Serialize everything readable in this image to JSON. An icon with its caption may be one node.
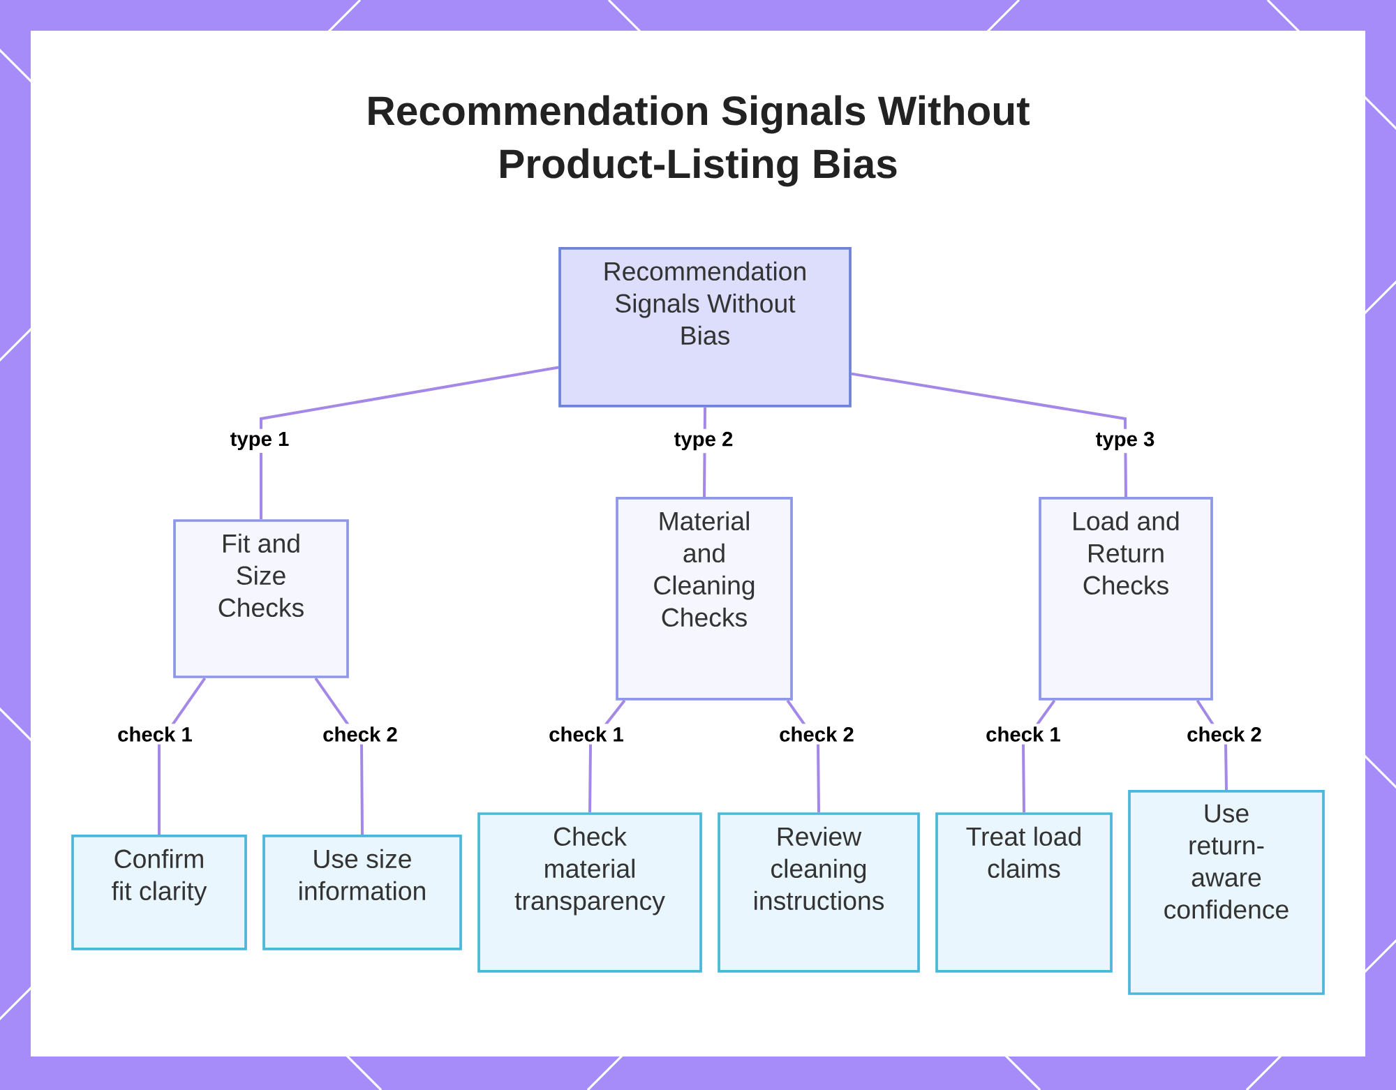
{
  "diagram": {
    "title": "Recommendation Signals Without Product-Listing Bias",
    "nodes": [
      {
        "text": [
          "Recommendation Signals Without Bias"
        ]
      },
      {
        "text": [
          "Fit and Size Checks"
        ]
      },
      {
        "text": [
          "Material and Cleaning Checks"
        ]
      },
      {
        "text": [
          "Load and Return Checks"
        ]
      },
      {
        "text": [
          "Confirm fit clarity"
        ]
      },
      {
        "text": [
          "Use size information"
        ]
      },
      {
        "text": [
          "Check material transparency"
        ]
      },
      {
        "text": [
          "Review cleaning instructions"
        ]
      },
      {
        "text": [
          "Treat load claims"
        ]
      },
      {
        "text": [
          "Use return-aware confidence"
        ]
      }
    ],
    "edges": [
      {
        "from": 0,
        "to": 1,
        "arrow": "none",
        "label": "type 1"
      },
      {
        "from": 0,
        "to": 2,
        "arrow": "none",
        "label": "type 2"
      },
      {
        "from": 0,
        "to": 3,
        "arrow": "none",
        "label": "type 3"
      },
      {
        "from": 1,
        "to": 4,
        "arrow": "none",
        "label": "check 1"
      },
      {
        "from": 1,
        "to": 5,
        "arrow": "none",
        "label": "check 2"
      },
      {
        "from": 2,
        "to": 6,
        "arrow": "none",
        "label": "check 1"
      },
      {
        "from": 2,
        "to": 7,
        "arrow": "none",
        "label": "check 2"
      },
      {
        "from": 3,
        "to": 8,
        "arrow": "none",
        "label": "check 1"
      },
      {
        "from": 3,
        "to": 9,
        "arrow": "none",
        "label": "check 2"
      }
    ]
  }
}
